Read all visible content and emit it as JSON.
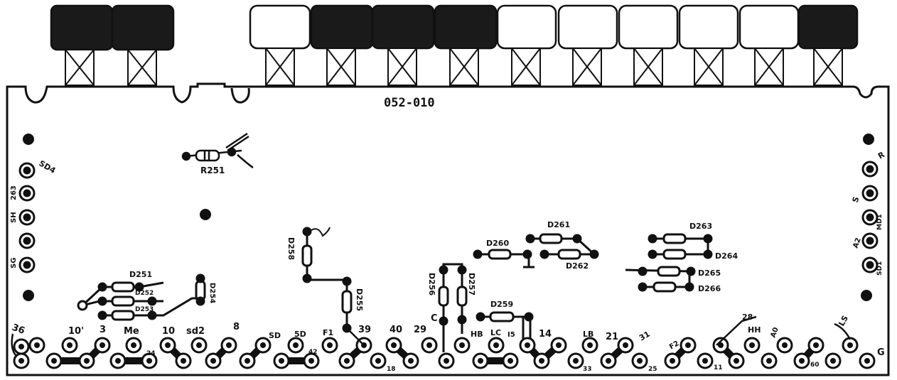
{
  "board": {
    "part_number": "052-010",
    "key_colors": [
      "black",
      "black",
      "white",
      "black",
      "black",
      "black",
      "white",
      "white",
      "white",
      "white",
      "white",
      "black"
    ]
  },
  "components": {
    "R251": "R251",
    "D251": "D251",
    "D252": "D252",
    "D253": "D253",
    "D254": "D254",
    "D255": "D255",
    "D256": "D256",
    "D257": "D257",
    "D258": "D258",
    "D259": "D259",
    "D260": "D260",
    "D261": "D261",
    "D262": "D262",
    "D263": "D263",
    "D264": "D264",
    "D265": "D265",
    "D266": "D266"
  },
  "pads": {
    "p36": "36",
    "p10p": "10'",
    "p3": "3",
    "pMe": "Me",
    "p10": "10",
    "psd2": "sd2",
    "p8": "8",
    "pSD": "SD",
    "p5D": "5D",
    "pF1": "F1",
    "p39": "39",
    "p40": "40",
    "p29": "29",
    "pHB": "HB",
    "pLC": "LC",
    "pI5": "I5",
    "p14": "14",
    "pLB": "LB",
    "p21": "21",
    "p31": "31",
    "pF2": "F2",
    "p28": "28",
    "pHH": "HH",
    "pA0": "A0",
    "pLS": "LS",
    "pG": "G",
    "p24": "24",
    "p42": "42",
    "p18": "18",
    "p33": "33",
    "p25": "25",
    "p11": "11",
    "p60": "60",
    "pC": "C",
    "pSD4": "SD4",
    "p263": "263",
    "pSH": "SH",
    "pSG": "SG",
    "pR": "R",
    "pS": "S",
    "pMD1": "MD1",
    "pA2": "A2",
    "pSD1": "SD1"
  }
}
